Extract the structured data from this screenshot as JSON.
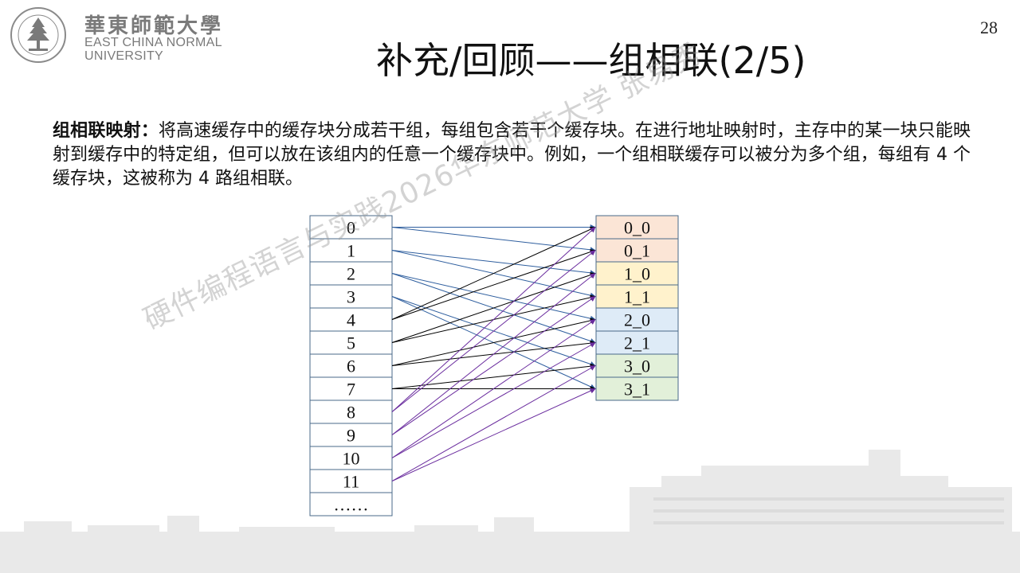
{
  "header": {
    "logo_cn": "華東師範大學",
    "logo_en_line1": "EAST CHINA NORMAL",
    "logo_en_line2": "UNIVERSITY",
    "page_number": "28"
  },
  "slide": {
    "title": "补充/回顾——组相联(2/5)",
    "definition_term": "组相联映射：",
    "definition_text": "将高速缓存中的缓存块分成若干组，每组包含若干个缓存块。在进行地址映射时，主存中的某一块只能映射到缓存中的特定组，但可以放在该组内的任意一个缓存块中。例如，一个组相联缓存可以被分为多个组，每组有 4 个缓存块，这被称为 4 路组相联。"
  },
  "diagram": {
    "memory_blocks": [
      "0",
      "1",
      "2",
      "3",
      "4",
      "5",
      "6",
      "7",
      "8",
      "9",
      "10",
      "11",
      "……"
    ],
    "cache_lines": [
      {
        "label": "0_0",
        "set": 0
      },
      {
        "label": "0_1",
        "set": 0
      },
      {
        "label": "1_0",
        "set": 1
      },
      {
        "label": "1_1",
        "set": 1
      },
      {
        "label": "2_0",
        "set": 2
      },
      {
        "label": "2_1",
        "set": 2
      },
      {
        "label": "3_0",
        "set": 3
      },
      {
        "label": "3_1",
        "set": 3
      }
    ],
    "set_colors": [
      "#fbe5d6",
      "#fff2cc",
      "#deebf7",
      "#e2f0d9"
    ],
    "arrow_colors": {
      "blocks_0_3": "#2e5e9e",
      "blocks_4_7": "#000000",
      "blocks_8_11": "#6a2c9e"
    },
    "mapping_rule": "block b maps to set (b mod 4), either line of that set"
  },
  "watermark": "硬件编程语言与实践2026华东师范大学 张易秀"
}
